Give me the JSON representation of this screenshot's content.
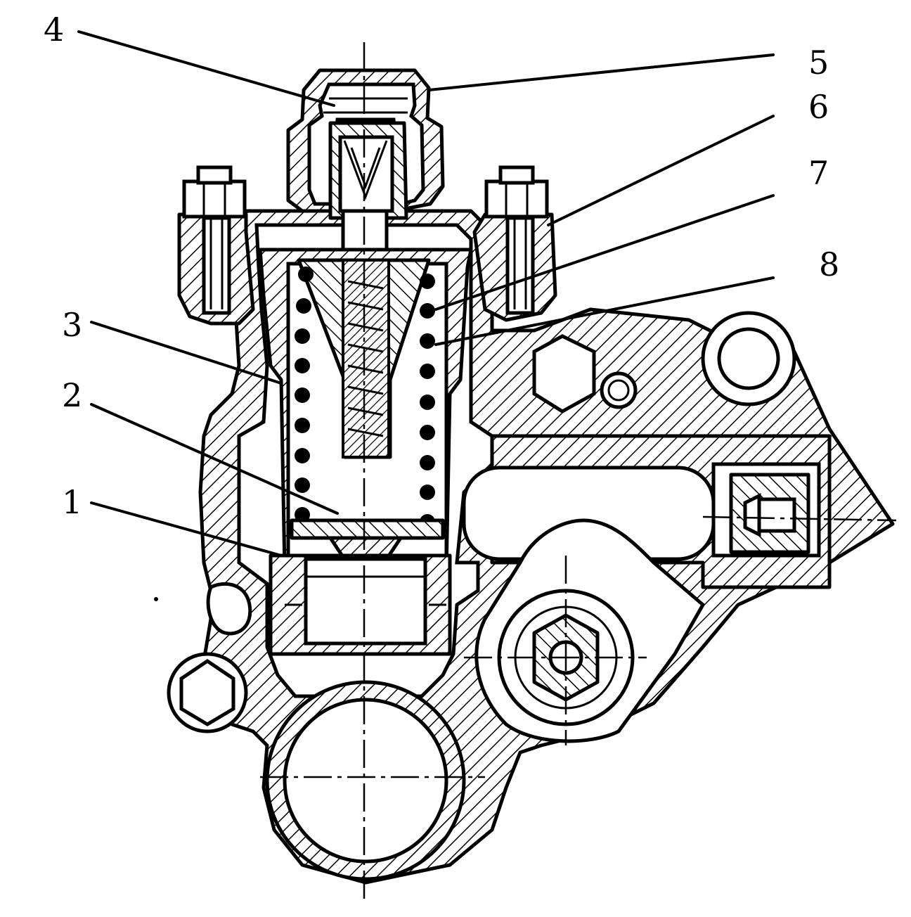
{
  "figure": {
    "callouts": [
      {
        "id": "4",
        "text": "4"
      },
      {
        "id": "5",
        "text": "5"
      },
      {
        "id": "6",
        "text": "6"
      },
      {
        "id": "7",
        "text": "7"
      },
      {
        "id": "8",
        "text": "8"
      },
      {
        "id": "3",
        "text": "3"
      },
      {
        "id": "2",
        "text": "2"
      },
      {
        "id": "1",
        "text": "1"
      }
    ],
    "colors": {
      "ink": "#000000",
      "paper": "#ffffff"
    }
  }
}
